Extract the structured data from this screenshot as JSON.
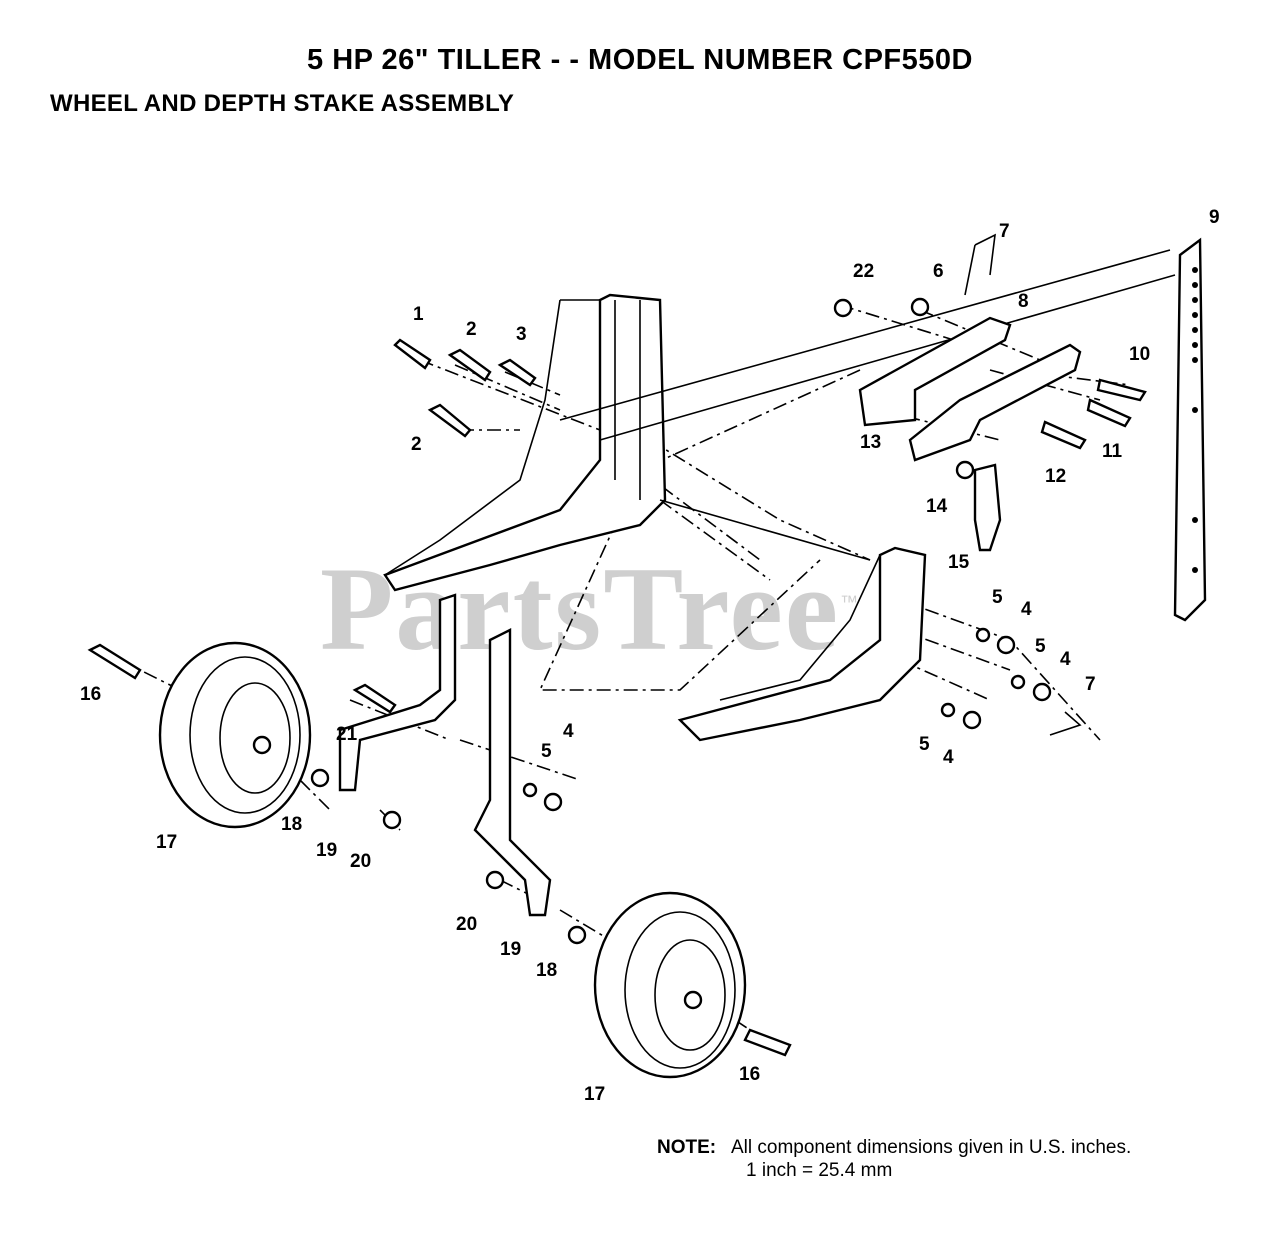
{
  "header": {
    "title": "5 HP 26\" TILLER - - MODEL NUMBER CPF550D",
    "subtitle": "WHEEL AND DEPTH STAKE ASSEMBLY"
  },
  "watermark": {
    "text": "PartsTree",
    "mark": "™"
  },
  "callouts": [
    "1",
    "2",
    "2",
    "3",
    "4",
    "4",
    "4",
    "4",
    "5",
    "5",
    "5",
    "5",
    "6",
    "7",
    "7",
    "8",
    "9",
    "10",
    "11",
    "12",
    "13",
    "14",
    "15",
    "16",
    "16",
    "17",
    "17",
    "18",
    "18",
    "19",
    "19",
    "20",
    "20",
    "21",
    "22"
  ],
  "note": {
    "label": "NOTE:",
    "line1": "All component dimensions given in U.S. inches.",
    "line2": "1 inch = 25.4 mm"
  }
}
